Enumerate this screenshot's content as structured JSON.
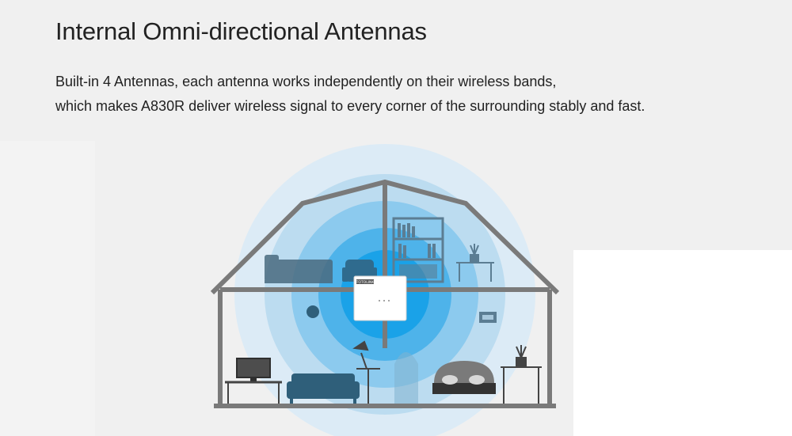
{
  "heading": {
    "title": "Internal Omni-directional Antennas",
    "line1": "Built-in 4 Antennas, each antenna works independently on their wireless bands,",
    "line2": "which makes A830R deliver wireless signal to every corner of the surrounding stably and fast."
  },
  "illustration": {
    "router_brand": "TOTOLINK",
    "colors": {
      "wave_outer": "#dcebf6",
      "wave_2": "#bcdcf0",
      "wave_3": "#8ccaee",
      "wave_4": "#4eb3ea",
      "wave_core": "#1aa2e8",
      "house_frame": "#7a7a7a",
      "furniture": "#2f5f7a"
    },
    "icons": [
      "house-icon",
      "router-icon",
      "sofa-icon",
      "tv-icon",
      "lamp-icon",
      "bed-icon",
      "bookshelf-icon",
      "plant-icon",
      "clock-icon",
      "armchair-icon"
    ]
  }
}
